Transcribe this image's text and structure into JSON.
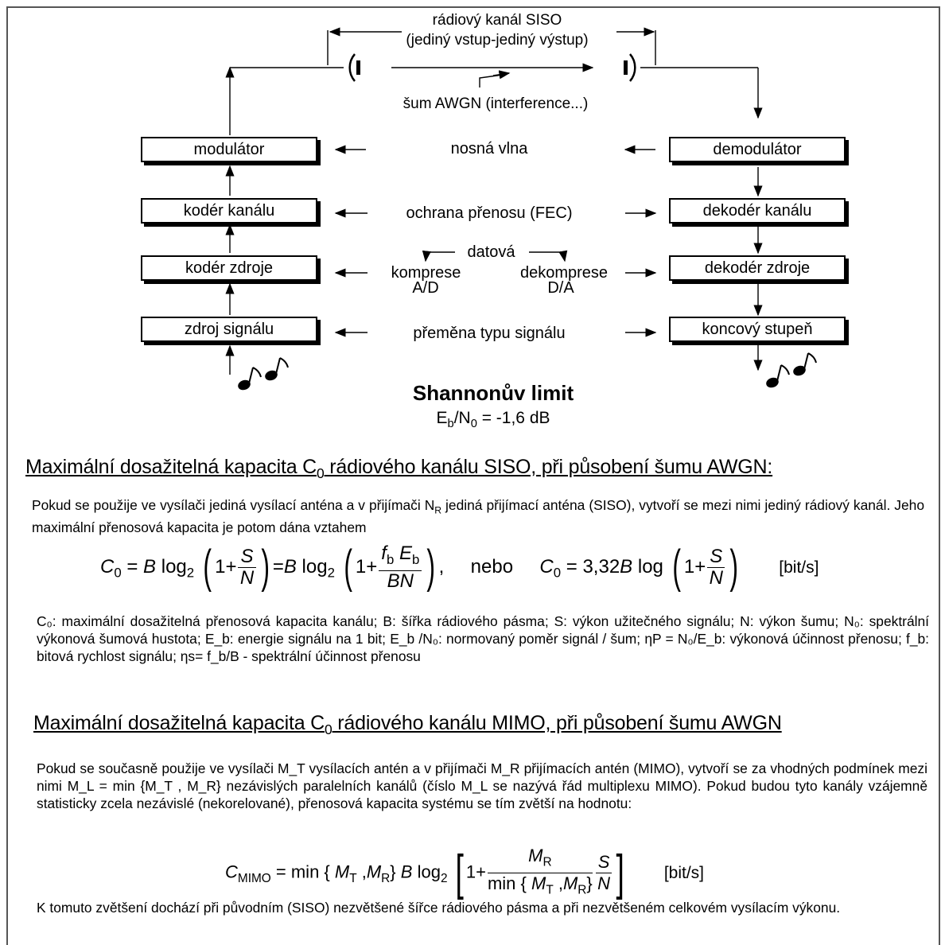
{
  "diagram": {
    "channel_title": "rádiový kanál SISO",
    "channel_subtitle": "(jediný vstup-jediný výstup)",
    "noise_label": "šum AWGN (interference...)",
    "tx_chain": [
      "modulátor",
      "kodér kanálu",
      "kodér zdroje",
      "zdroj signálu"
    ],
    "rx_chain": [
      "demodulátor",
      "dekodér kanálu",
      "dekodér zdroje",
      "koncový stupeň"
    ],
    "middle": {
      "carrier": "nosná vlna",
      "fec": "ochrana přenosu (FEC)",
      "data": "datová",
      "compression": "komprese",
      "ad": "A/D",
      "decompression": "dekomprese",
      "da": "D/A",
      "conversion": "přeměna typu signálu"
    },
    "shannon_title": "Shannonův limit",
    "shannon_value_prefix": "E",
    "shannon_value_sub_b": "b",
    "shannon_value_slash": "/N",
    "shannon_value_sub_0": "0",
    "shannon_value_rest": " = -1,6 dB"
  },
  "siso": {
    "heading_a": "Maximální dosažitelná kapacita C",
    "heading_sub": "0",
    "heading_b": " rádiového kanálu SISO, při působení šumu AWGN:",
    "intro": "Pokud se použije  ve vysílači  jediná vysílací anténa a v přijímači N",
    "intro_sub": "R",
    "intro_rest": "  jediná přijímací anténa (SISO), vytvoří se mezi nimi jediný rádiový kanál. Jeho maximální přenosová kapacita je potom dána vztahem",
    "formula_or": "nebo",
    "formula_const": "3,32",
    "formula_unit": "[bit/s]",
    "legend": "C₀: maximální dosažitelná  přenosová kapacita kanálu; B: šířka rádiového pásma; S: výkon  užitečného signálu; N: výkon šumu; N₀: spektrální výkonová šumová hustota; E_b: energie signálu na 1 bit; E_b /N₀: normovaný poměr signál / šum; ηP = N₀/E_b: výkonová účinnost přenosu; f_b: bitová rychlost signálu; ηs= f_b/B - spektrální účinnost přenosu"
  },
  "mimo": {
    "heading_a": "Maximální dosažitelná kapacita C",
    "heading_sub": "0",
    "heading_b": " rádiového kanálu MIMO, při působení šumu AWGN",
    "intro": "Pokud se současně použije  ve vysílači  M_T vysílacích antén a v přijímači M_R  přijímacích antén (MIMO), vytvoří se za vhodných podmínek mezi nimi  M_L = min {M_T , M_R} nezávislých paralelních kanálů (číslo M_L se nazývá řád multiplexu MIMO). Pokud budou tyto kanály vzájemně statisticky zcela nezávislé (nekorelované),  přenosová kapacita systému se tím zvětší na hodnotu:",
    "formula_unit": "[bit/s]",
    "closing": "K tomuto zvětšení dochází při původním (SISO) nezvětšené šířce rádiového pásma a při nezvětšeném celkovém vysílacím výkonu."
  }
}
